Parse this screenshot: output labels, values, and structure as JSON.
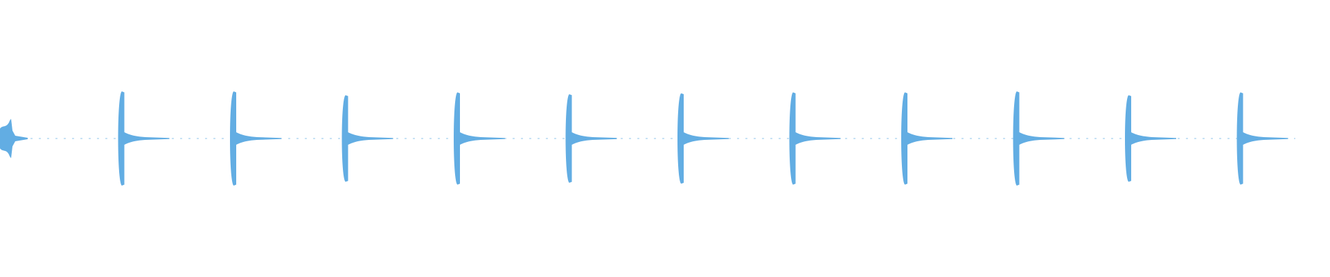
{
  "waveform": {
    "color": "#62ade3",
    "background": "#ffffff",
    "pulse_count": 12,
    "pulses": [
      {
        "index": 0,
        "amplitude": 0.42,
        "kind": "onset"
      },
      {
        "index": 1,
        "amplitude": 1.0
      },
      {
        "index": 2,
        "amplitude": 1.0
      },
      {
        "index": 3,
        "amplitude": 0.92
      },
      {
        "index": 4,
        "amplitude": 0.98
      },
      {
        "index": 5,
        "amplitude": 0.94
      },
      {
        "index": 6,
        "amplitude": 0.96
      },
      {
        "index": 7,
        "amplitude": 0.98
      },
      {
        "index": 8,
        "amplitude": 0.98
      },
      {
        "index": 9,
        "amplitude": 1.0
      },
      {
        "index": 10,
        "amplitude": 0.92
      },
      {
        "index": 11,
        "amplitude": 0.98
      }
    ]
  }
}
